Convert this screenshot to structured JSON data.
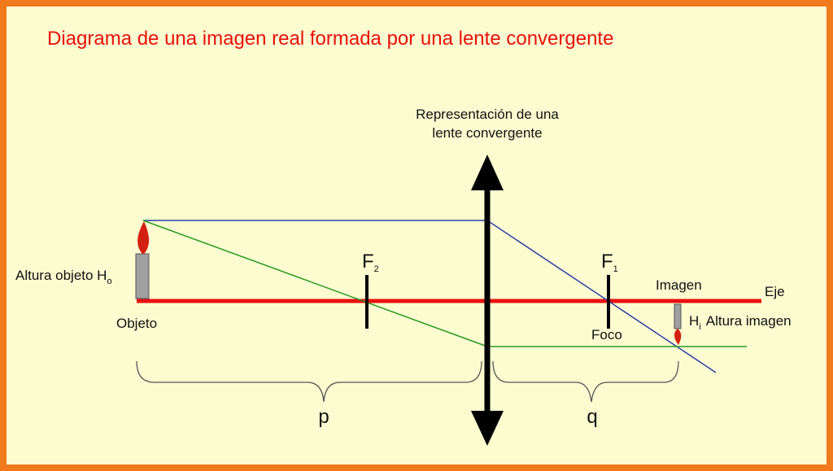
{
  "title": "Diagrama de una imagen real formada por una lente convergente",
  "lens_caption_line1": "Representación de una",
  "lens_caption_line2": "lente convergente",
  "axis_label": "Eje",
  "focus_f2": {
    "letter": "F",
    "sub": "2"
  },
  "focus_f1": {
    "letter": "F",
    "sub": "1"
  },
  "foco_label": "Foco",
  "object_label": "Objeto",
  "object_height_label": "Altura objeto H",
  "object_height_sub": "o",
  "image_label": "Imagen",
  "image_height_letter": "H",
  "image_height_sub": "i",
  "image_height_label": "Altura imagen",
  "distance_p": "p",
  "distance_q": "q",
  "colors": {
    "border": "#f07a1c",
    "background": "#fdfcd0",
    "title": "#e81010",
    "axis": "#e81010",
    "ray_parallel": "#2b3fa8",
    "ray_center": "#2a9a2a",
    "lens": "#000000",
    "candle_body": "#a0a0a0",
    "flame": "#d42010"
  }
}
